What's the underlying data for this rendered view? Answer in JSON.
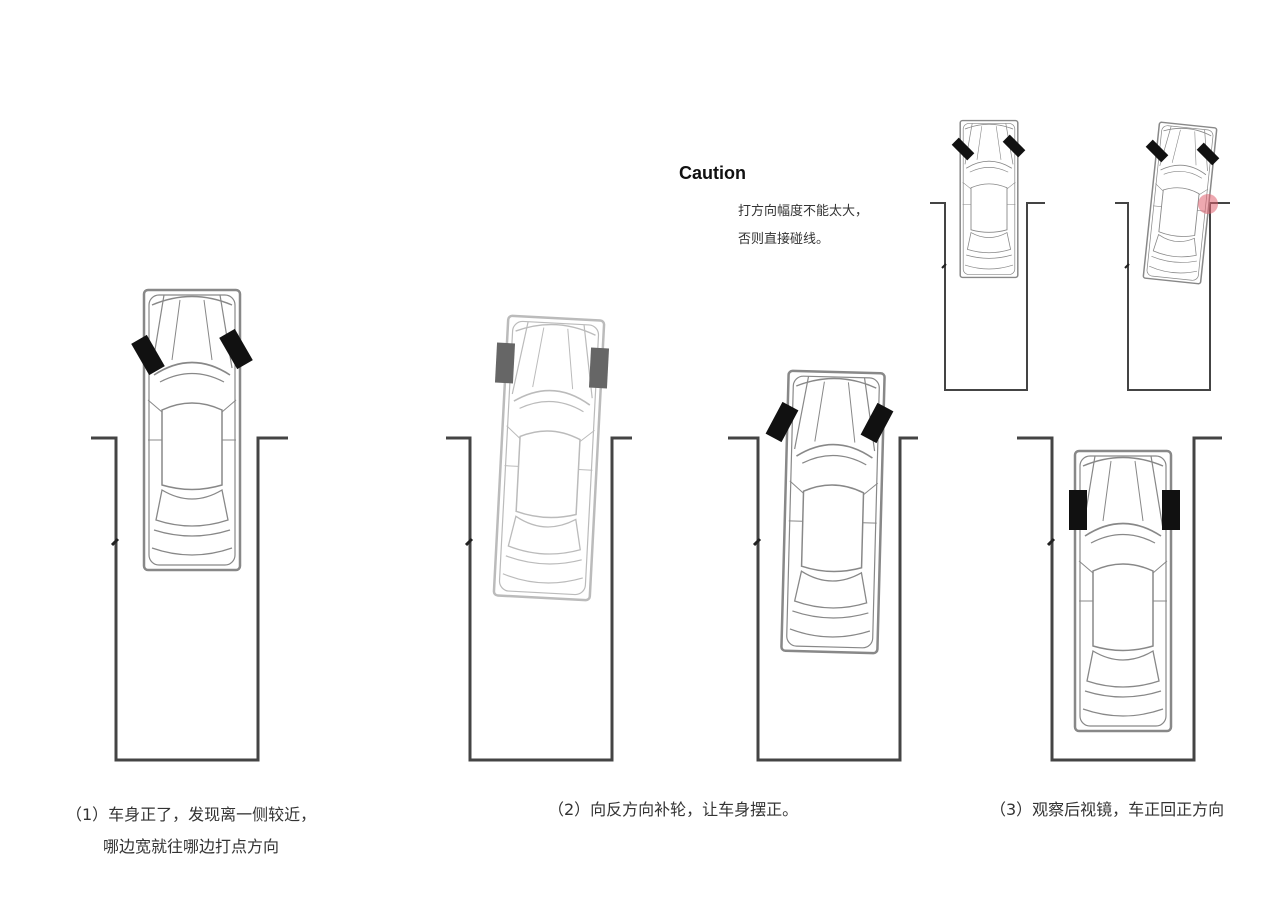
{
  "caution": {
    "title": "Caution",
    "line1": "打方向幅度不能太大，",
    "line2": "否则直接碰线。"
  },
  "captions": {
    "step1_line1": "（1）车身正了，发现离一侧较近，",
    "step1_line2": "哪边宽就往哪边打点方向",
    "step2": "（2）向反方向补轮，让车身摆正。",
    "step3": "（3）观察后视镜，车正回正方向"
  },
  "colors": {
    "line": "#444444",
    "car_outline": "#888888",
    "car_faded": "#bbbbbb",
    "wheel": "#111111",
    "wheel_faded": "#666666",
    "contact_dot": "#e06070"
  },
  "icons": {
    "car": "car-top-view-icon",
    "wheel": "wheel-icon",
    "contact": "contact-point-icon"
  }
}
